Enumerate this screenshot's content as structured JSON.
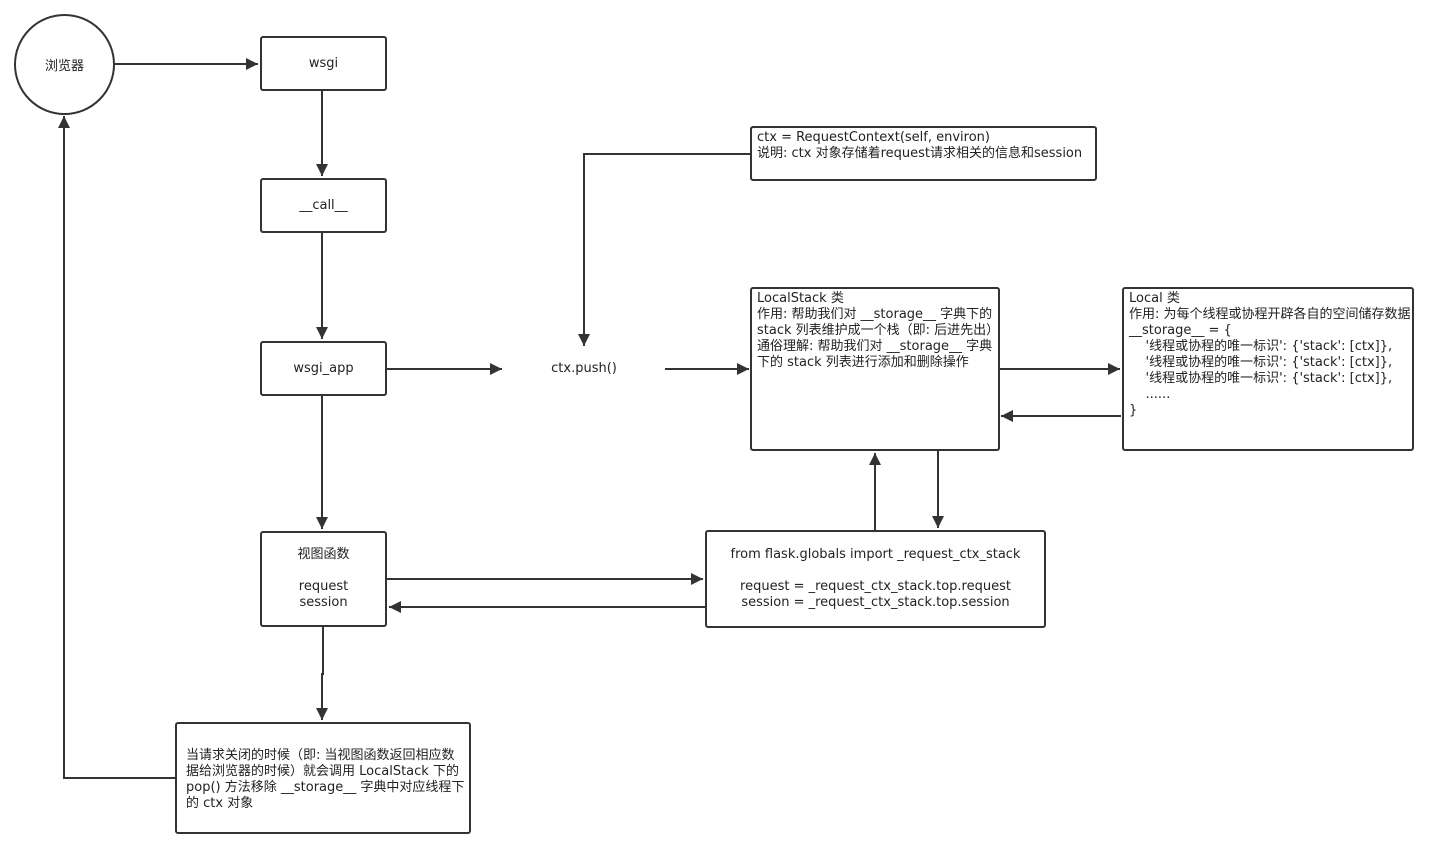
{
  "nodes": {
    "browser": {
      "label": "浏览器"
    },
    "wsgi": {
      "label": "wsgi"
    },
    "call": {
      "label": "__call__"
    },
    "wsgi_app": {
      "label": "wsgi_app"
    },
    "ctx_push": {
      "label": "ctx.push()"
    },
    "view": {
      "title": "视图函数",
      "line1": "request",
      "line2": "session"
    },
    "ctx_create": {
      "line1": "ctx = RequestContext(self, environ)",
      "line2": "说明: ctx 对象存储着request请求相关的信息和session"
    },
    "localstack": {
      "title": "LocalStack 类",
      "line1": "作用: 帮助我们对 __storage__ 字典下的",
      "line2": "stack 列表维护成一个栈（即: 后进先出）",
      "line3": "通俗理解: 帮助我们对 __storage__ 字典",
      "line4": "下的 stack 列表进行添加和删除操作"
    },
    "local": {
      "title": "Local 类",
      "line1": "作用: 为每个线程或协程开辟各自的空间储存数据",
      "line2": "__storage__ = {",
      "line3": "    '线程或协程的唯一标识': {'stack': [ctx]},",
      "line4": "    '线程或协程的唯一标识': {'stack': [ctx]},",
      "line5": "    '线程或协程的唯一标识': {'stack': [ctx]},",
      "line6": "    ......",
      "line7": "}"
    },
    "globals": {
      "line1": "from flask.globals import _request_ctx_stack",
      "line2": "request = _request_ctx_stack.top.request",
      "line3": "session = _request_ctx_stack.top.session"
    },
    "close": {
      "line1": "当请求关闭的时候（即: 当视图函数返回相应数",
      "line2": "据给浏览器的时候）就会调用 LocalStack 下的",
      "line3": "pop() 方法移除 __storage__ 字典中对应线程下",
      "line4": "的 ctx 对象"
    }
  },
  "colors": {
    "stroke": "#333333",
    "background": "#ffffff"
  }
}
